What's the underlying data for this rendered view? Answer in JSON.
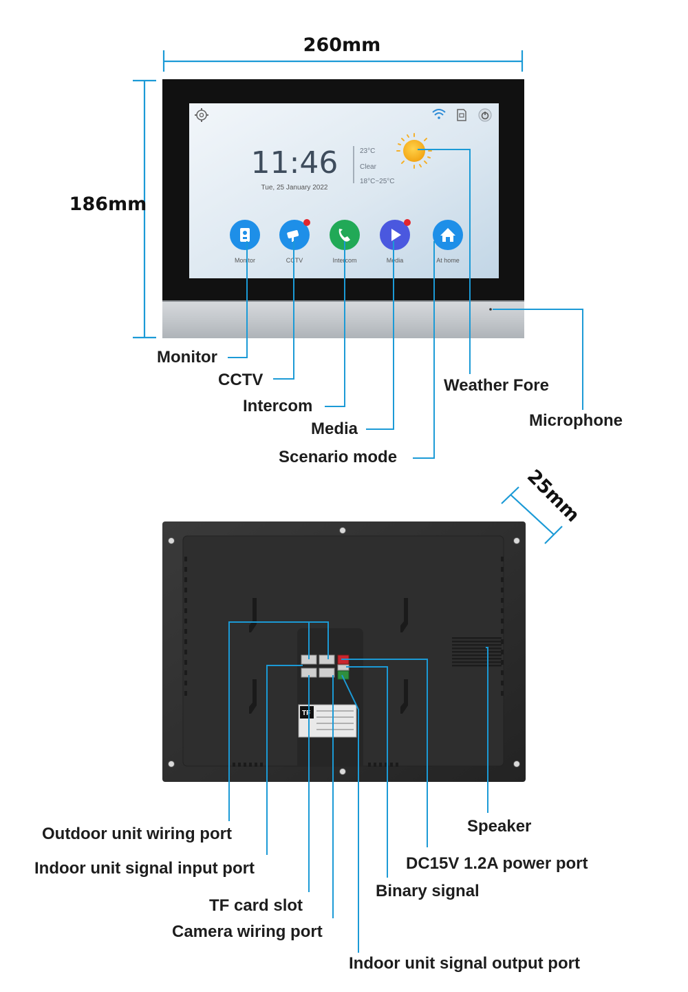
{
  "dimensions": {
    "width": "260mm",
    "height": "186mm",
    "depth": "25mm"
  },
  "screen": {
    "time": "11:46",
    "date": "Tue, 25 January 2022",
    "weather": {
      "temperature": "23°C",
      "condition": "Clear",
      "range": "18°C~25°C"
    },
    "icons": [
      {
        "name": "settings-icon"
      },
      {
        "name": "wifi-icon"
      },
      {
        "name": "sd-card-icon"
      },
      {
        "name": "power-icon"
      }
    ],
    "apps": [
      {
        "label": "Monitor",
        "color": "#1e8fe8",
        "badge": false
      },
      {
        "label": "CCTV",
        "color": "#1e8fe8",
        "badge": true
      },
      {
        "label": "Intercom",
        "color": "#21a957",
        "badge": false
      },
      {
        "label": "Media",
        "color": "#4a58df",
        "badge": true
      },
      {
        "label": "At home",
        "color": "#1e8fe8",
        "badge": false
      }
    ]
  },
  "front_callouts": {
    "monitor": "Monitor",
    "cctv": "CCTV",
    "intercom": "Intercom",
    "media": "Media",
    "scenario": "Scenario mode",
    "weather": "Weather Fore",
    "microphone": "Microphone"
  },
  "back_label": {
    "tf": "TF"
  },
  "back_callouts": {
    "outdoor": "Outdoor unit wiring port",
    "indoor_in": "Indoor unit signal input port",
    "tf_slot": "TF card slot",
    "camera": "Camera wiring port",
    "speaker": "Speaker",
    "dc_power": "DC15V 1.2A power port",
    "binary": "Binary signal",
    "indoor_out": "Indoor unit signal output port"
  },
  "colors": {
    "accent": "#1b9ad6",
    "device_body": "#2a2a2a",
    "bezel": "#111111"
  }
}
